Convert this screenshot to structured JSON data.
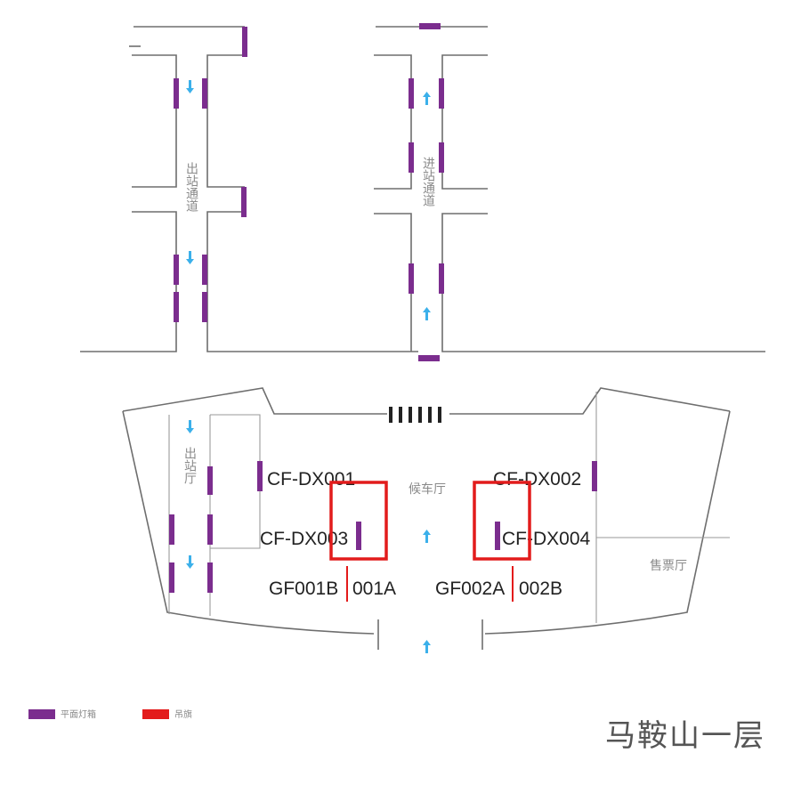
{
  "plan": {
    "exit_passage": "出站通道",
    "entry_passage": "进站通道",
    "exit_hall": "出站厅",
    "waiting_hall": "候车厅",
    "ticket_hall": "售票厅"
  },
  "labels": {
    "cf_dx001": "CF-DX001",
    "cf_dx002": "CF-DX002",
    "cf_dx003": "CF-DX003",
    "cf_dx004": "CF-DX004",
    "gf001b": "GF001B",
    "gf001a": "001A",
    "gf002a": "GF002A",
    "gf002b": "002B"
  },
  "legend": {
    "lightbox_label": "平面灯箱",
    "hanger_label": "吊旗"
  },
  "floor_title": "马鞍山一层",
  "colors": {
    "lightbox": "#7b2d8e",
    "hanger": "#e31b1b",
    "highlight": "#e21c1c",
    "arrow": "#3bb0ea"
  },
  "icons": {
    "flow_arrow": "arrow-icon"
  }
}
